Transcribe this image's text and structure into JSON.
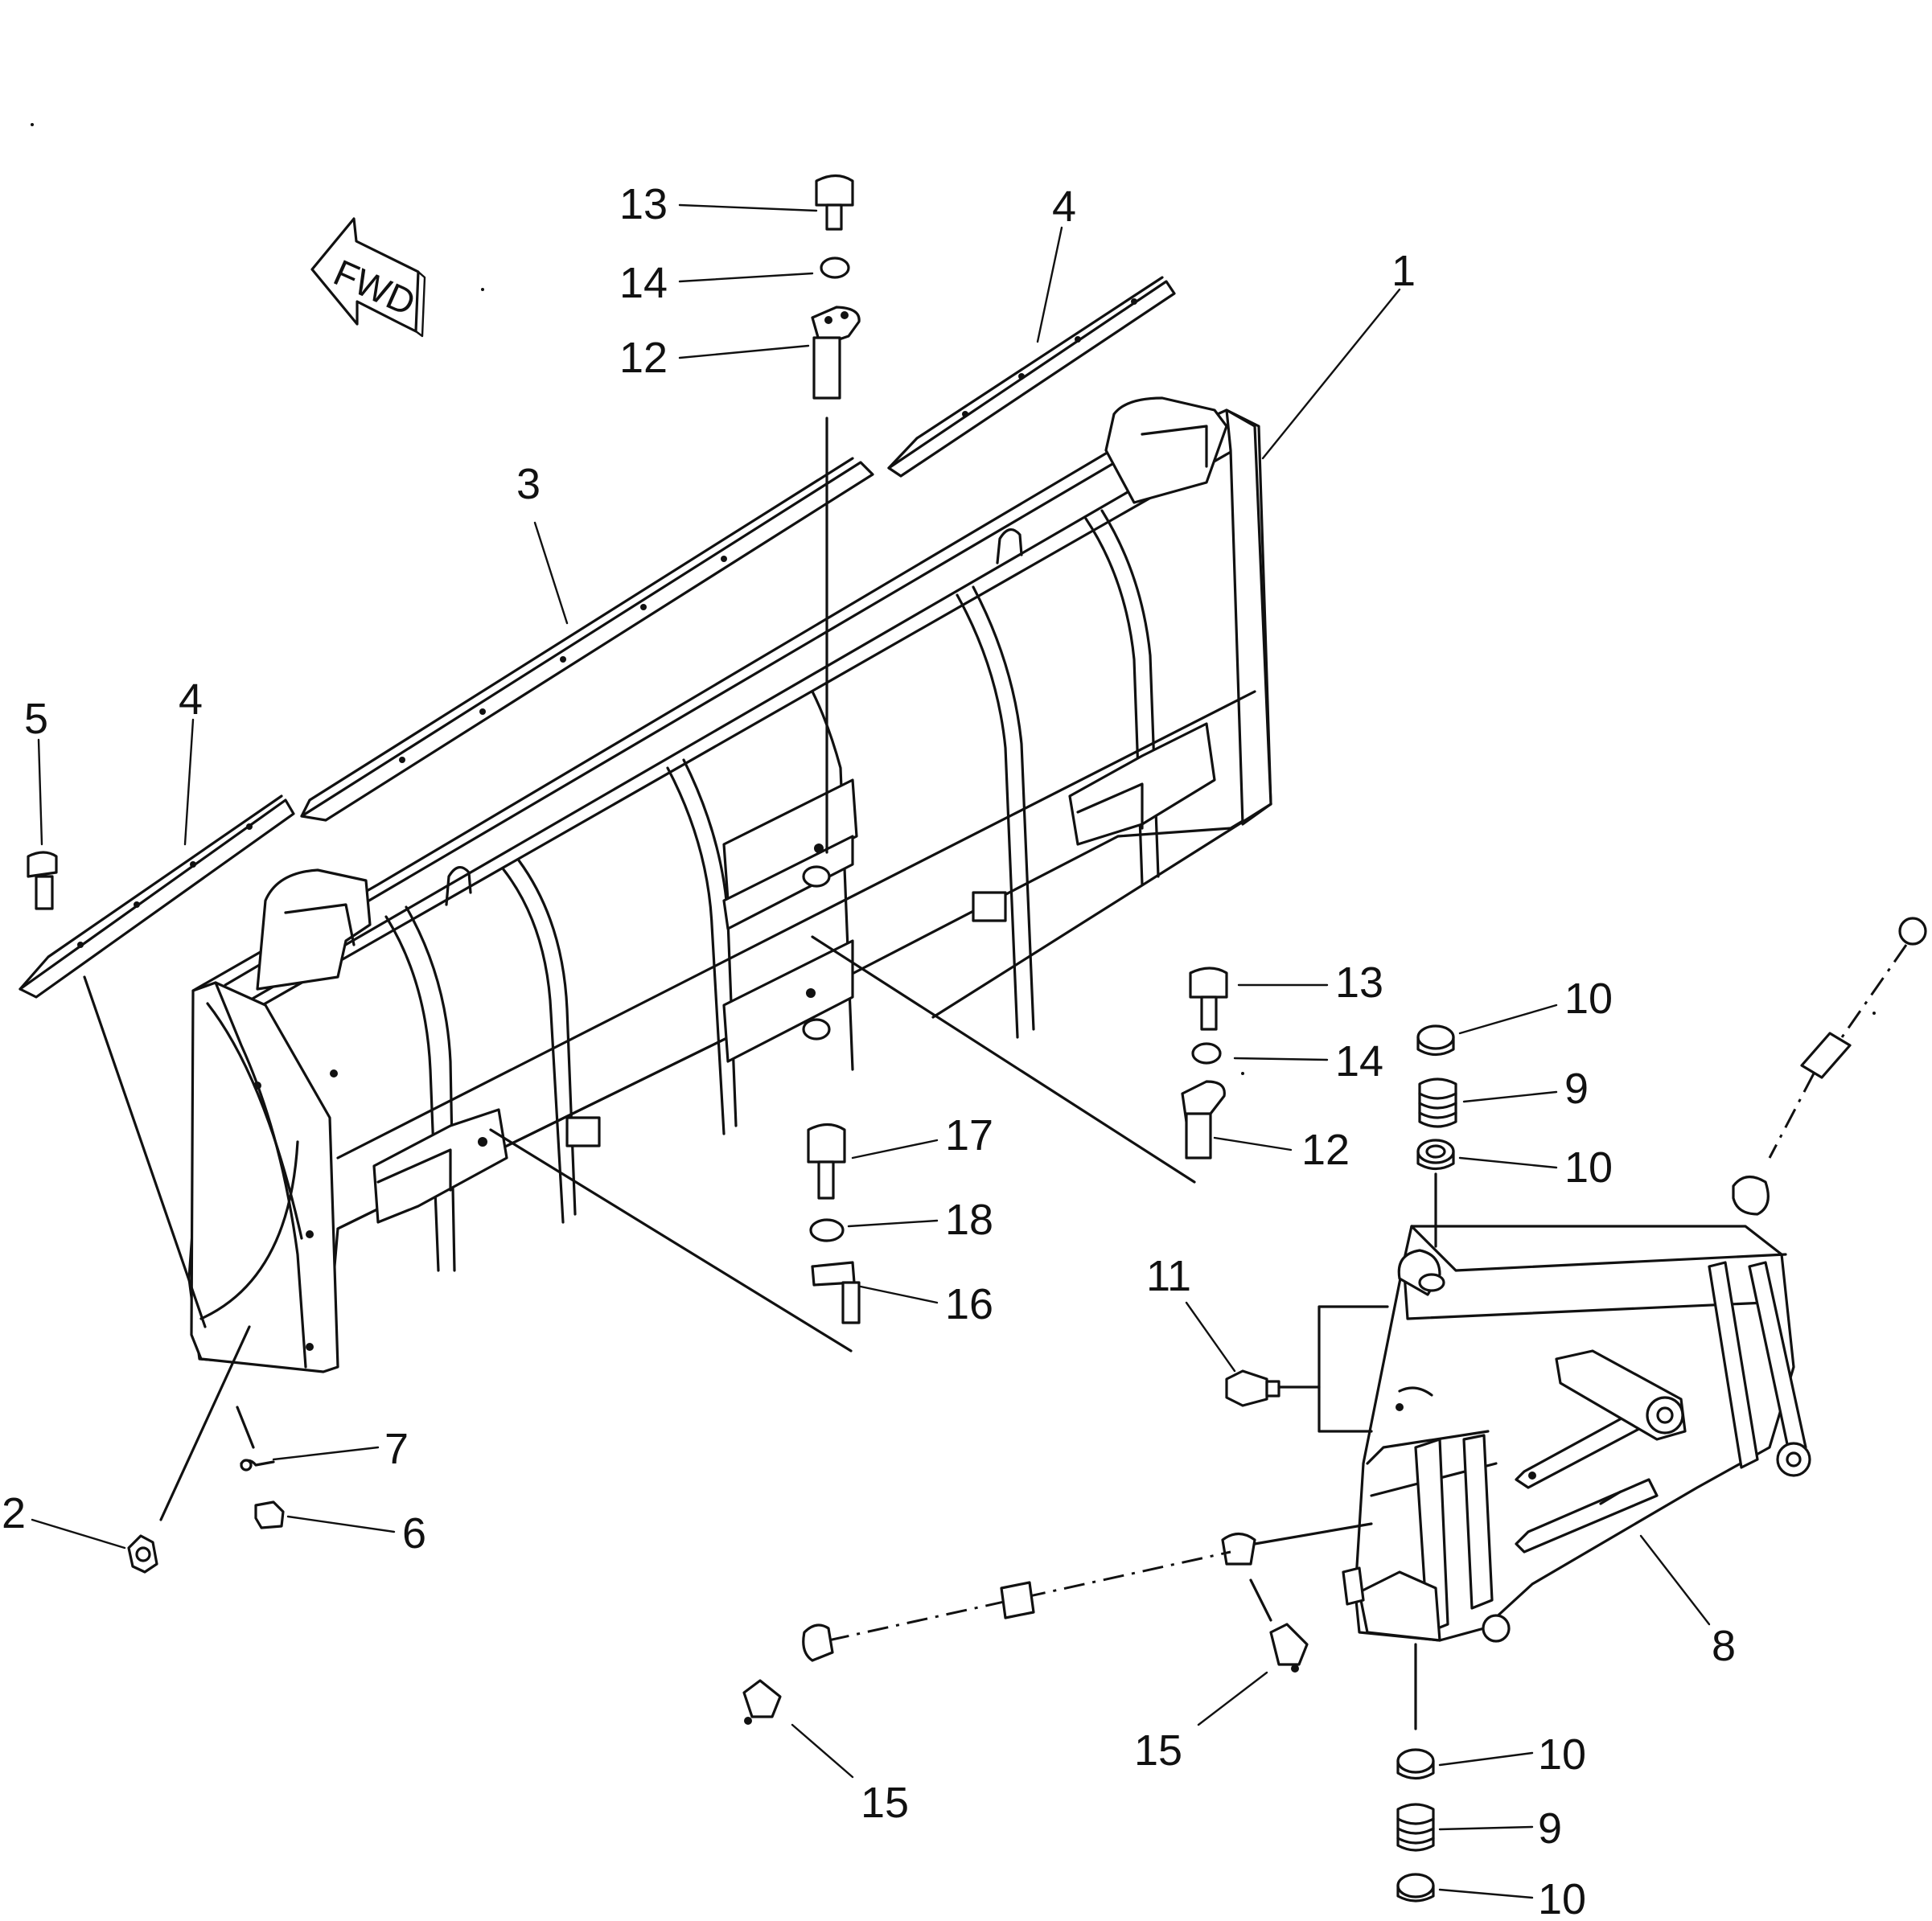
{
  "direction_indicator": {
    "label": "FWD"
  },
  "callouts": [
    {
      "id": "c13a",
      "text": "13"
    },
    {
      "id": "c14a",
      "text": "14"
    },
    {
      "id": "c12a",
      "text": "12"
    },
    {
      "id": "c4a",
      "text": "4"
    },
    {
      "id": "c1",
      "text": "1"
    },
    {
      "id": "c3",
      "text": "3"
    },
    {
      "id": "c5",
      "text": "5"
    },
    {
      "id": "c4b",
      "text": "4"
    },
    {
      "id": "c13b",
      "text": "13"
    },
    {
      "id": "c14b",
      "text": "14"
    },
    {
      "id": "c12b",
      "text": "12"
    },
    {
      "id": "c10a",
      "text": "10"
    },
    {
      "id": "c9a",
      "text": "9"
    },
    {
      "id": "c10b",
      "text": "10"
    },
    {
      "id": "c17",
      "text": "17"
    },
    {
      "id": "c18",
      "text": "18"
    },
    {
      "id": "c16",
      "text": "16"
    },
    {
      "id": "c11",
      "text": "11"
    },
    {
      "id": "c7",
      "text": "7"
    },
    {
      "id": "c2",
      "text": "2"
    },
    {
      "id": "c6",
      "text": "6"
    },
    {
      "id": "c8",
      "text": "8"
    },
    {
      "id": "c15a",
      "text": "15"
    },
    {
      "id": "c15b",
      "text": "15"
    },
    {
      "id": "c10c",
      "text": "10"
    },
    {
      "id": "c9b",
      "text": "9"
    },
    {
      "id": "c10d",
      "text": "10"
    }
  ]
}
